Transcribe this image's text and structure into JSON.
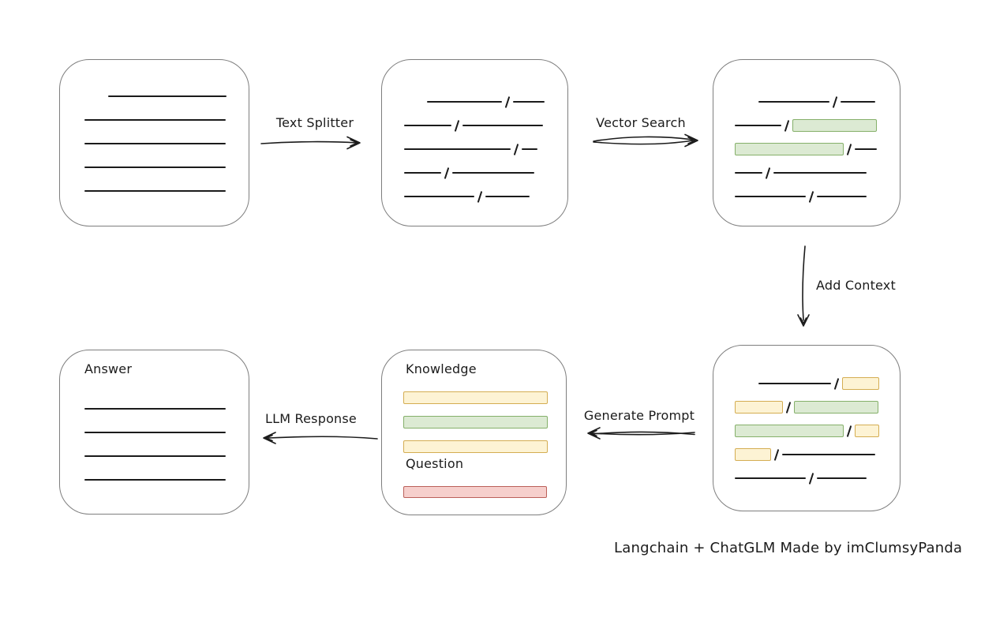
{
  "colors": {
    "background": "#ffffff",
    "line": "#1b1b1b",
    "box_border": "#7e7e7e",
    "green_fill": "#dcead3",
    "green_border": "#85b06a",
    "yellow_fill": "#fdf3d4",
    "yellow_border": "#d4ad52",
    "red_fill": "#f6cfcc",
    "red_border": "#bb605a"
  },
  "arrows": {
    "text_splitter": {
      "label": "Text Splitter"
    },
    "vector_search": {
      "label": "Vector Search"
    },
    "add_context": {
      "label": "Add Context"
    },
    "generate_prompt": {
      "label": "Generate Prompt"
    },
    "llm_response": {
      "label": "LLM Response"
    }
  },
  "caption": "Langchain + ChatGLM Made by imClumsyPanda",
  "boxes": {
    "document": {
      "rows": [
        {
          "indent": 61,
          "segs": [
            {
              "k": "line",
              "w": 150
            }
          ]
        },
        {
          "indent": 31,
          "segs": [
            {
              "k": "line",
              "w": 179
            }
          ]
        },
        {
          "indent": 31,
          "segs": [
            {
              "k": "line",
              "w": 179
            }
          ]
        },
        {
          "indent": 31,
          "segs": [
            {
              "k": "line",
              "w": 179
            }
          ]
        },
        {
          "indent": 31,
          "segs": [
            {
              "k": "line",
              "w": 179
            }
          ]
        }
      ]
    },
    "chunks": {
      "rows": [
        {
          "indent": 57,
          "segs": [
            {
              "k": "line",
              "w": 95
            },
            {
              "k": "slash"
            },
            {
              "k": "line",
              "w": 40
            }
          ]
        },
        {
          "indent": 28,
          "segs": [
            {
              "k": "line",
              "w": 60
            },
            {
              "k": "slash"
            },
            {
              "k": "line",
              "w": 102
            }
          ]
        },
        {
          "indent": 28,
          "segs": [
            {
              "k": "line",
              "w": 135
            },
            {
              "k": "slash"
            },
            {
              "k": "line",
              "w": 20
            }
          ]
        },
        {
          "indent": 28,
          "segs": [
            {
              "k": "line",
              "w": 47
            },
            {
              "k": "slash"
            },
            {
              "k": "line",
              "w": 104
            }
          ]
        },
        {
          "indent": 28,
          "segs": [
            {
              "k": "line",
              "w": 89
            },
            {
              "k": "slash"
            },
            {
              "k": "line",
              "w": 56
            }
          ]
        }
      ]
    },
    "vector_results": {
      "rows": [
        {
          "indent": 57,
          "segs": [
            {
              "k": "line",
              "w": 90
            },
            {
              "k": "slash"
            },
            {
              "k": "line",
              "w": 44
            }
          ]
        },
        {
          "indent": 27,
          "segs": [
            {
              "k": "line",
              "w": 59
            },
            {
              "k": "slash"
            },
            {
              "k": "chunk",
              "c": "green",
              "w": 107
            }
          ]
        },
        {
          "indent": 27,
          "segs": [
            {
              "k": "chunk",
              "c": "green",
              "w": 138
            },
            {
              "k": "slash"
            },
            {
              "k": "line",
              "w": 28
            }
          ]
        },
        {
          "indent": 27,
          "segs": [
            {
              "k": "line",
              "w": 35
            },
            {
              "k": "slash"
            },
            {
              "k": "line",
              "w": 118
            }
          ]
        },
        {
          "indent": 27,
          "segs": [
            {
              "k": "line",
              "w": 90
            },
            {
              "k": "slash"
            },
            {
              "k": "line",
              "w": 63
            }
          ]
        }
      ]
    },
    "context": {
      "rows": [
        {
          "indent": 57,
          "segs": [
            {
              "k": "line",
              "w": 92
            },
            {
              "k": "slash"
            },
            {
              "k": "chunk",
              "c": "yellow",
              "w": 47
            }
          ]
        },
        {
          "indent": 27,
          "segs": [
            {
              "k": "chunk",
              "c": "yellow",
              "w": 61
            },
            {
              "k": "slash"
            },
            {
              "k": "chunk",
              "c": "green",
              "w": 107
            }
          ]
        },
        {
          "indent": 27,
          "segs": [
            {
              "k": "chunk",
              "c": "green",
              "w": 138
            },
            {
              "k": "slash"
            },
            {
              "k": "chunk",
              "c": "yellow",
              "w": 31
            }
          ]
        },
        {
          "indent": 27,
          "segs": [
            {
              "k": "chunk",
              "c": "yellow",
              "w": 46
            },
            {
              "k": "slash"
            },
            {
              "k": "line",
              "w": 118
            }
          ]
        },
        {
          "indent": 27,
          "segs": [
            {
              "k": "line",
              "w": 90
            },
            {
              "k": "slash"
            },
            {
              "k": "line",
              "w": 63
            }
          ]
        }
      ]
    },
    "prompt": {
      "knowledge_title": "Knowledge",
      "question_title": "Question",
      "knowledge_bars": [
        {
          "segs": [
            {
              "k": "chunk",
              "c": "yellow",
              "w": 183
            }
          ]
        },
        {
          "segs": [
            {
              "k": "chunk",
              "c": "green",
              "w": 183
            }
          ]
        },
        {
          "segs": [
            {
              "k": "chunk",
              "c": "yellow",
              "w": 183
            }
          ]
        }
      ],
      "question_bars": [
        {
          "segs": [
            {
              "k": "chunk",
              "c": "red",
              "w": 182
            }
          ]
        }
      ]
    },
    "answer": {
      "title": "Answer",
      "rows": [
        {
          "segs": [
            {
              "k": "line",
              "w": 179
            }
          ]
        },
        {
          "segs": [
            {
              "k": "line",
              "w": 179
            }
          ]
        },
        {
          "segs": [
            {
              "k": "line",
              "w": 179
            }
          ]
        },
        {
          "segs": [
            {
              "k": "line",
              "w": 179
            }
          ]
        }
      ]
    }
  }
}
